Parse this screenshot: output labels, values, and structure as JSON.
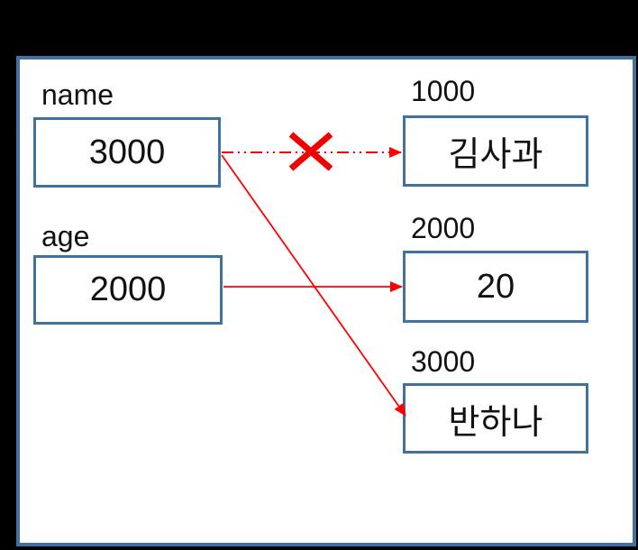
{
  "diagram": {
    "description": "Python variable reassignment memory diagram",
    "variables": [
      {
        "label": "name",
        "value": "3000"
      },
      {
        "label": "age",
        "value": "2000"
      }
    ],
    "memory_cells": [
      {
        "address": "1000",
        "value": "김사과"
      },
      {
        "address": "2000",
        "value": "20"
      },
      {
        "address": "3000",
        "value": "반하나"
      }
    ],
    "connections": [
      {
        "from": "name",
        "to": "1000",
        "style": "dash-dot",
        "status": "broken-crossed-out"
      },
      {
        "from": "age",
        "to": "2000",
        "style": "solid",
        "status": "active"
      },
      {
        "from": "name",
        "to": "3000",
        "style": "solid",
        "status": "active"
      }
    ],
    "colors": {
      "background": "#000000",
      "panel_background": "#ffffff",
      "panel_border": "#41719c",
      "box_border": "#41719c",
      "arrow": "#ff0000",
      "cross_mark": "#f00000",
      "text": "#111111"
    }
  }
}
